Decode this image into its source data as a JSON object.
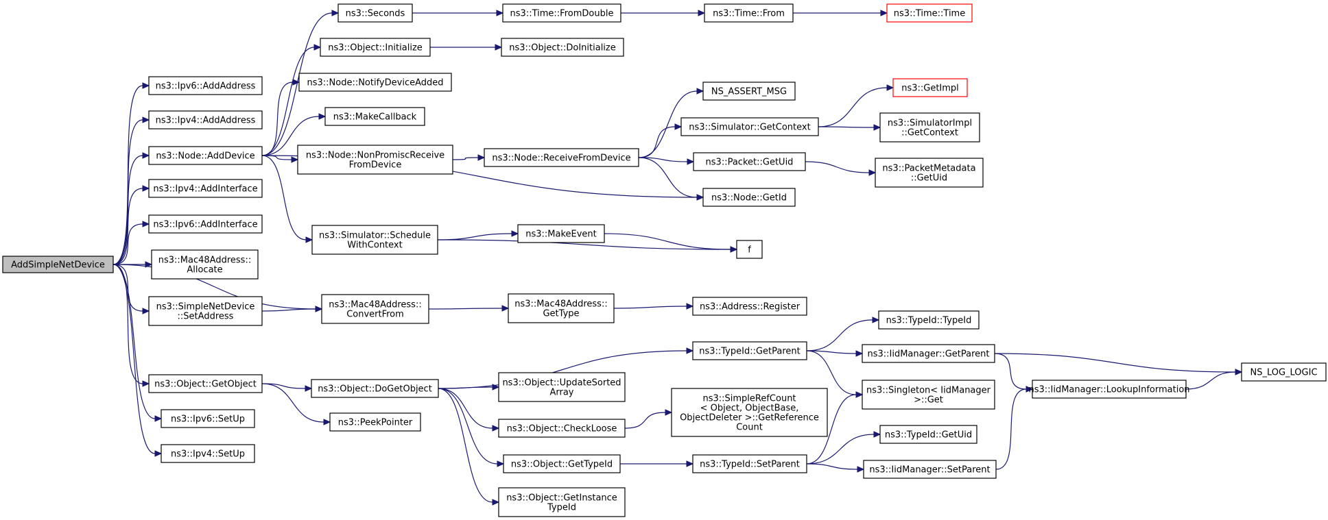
{
  "diagram": {
    "title": "",
    "nodes": [
      {
        "id": "root",
        "lines": [
          "AddSimpleNetDevice"
        ],
        "style": "root"
      },
      {
        "id": "ipv6add",
        "lines": [
          "ns3::Ipv6::AddAddress"
        ]
      },
      {
        "id": "ipv4add",
        "lines": [
          "ns3::Ipv4::AddAddress"
        ]
      },
      {
        "id": "nodeadd",
        "lines": [
          "ns3::Node::AddDevice"
        ]
      },
      {
        "id": "ipv4if",
        "lines": [
          "ns3::Ipv4::AddInterface"
        ]
      },
      {
        "id": "ipv6if",
        "lines": [
          "ns3::Ipv6::AddInterface"
        ]
      },
      {
        "id": "macalloc",
        "lines": [
          "ns3::Mac48Address::",
          "Allocate"
        ]
      },
      {
        "id": "sndset",
        "lines": [
          "ns3::SimpleNetDevice",
          "::SetAddress"
        ]
      },
      {
        "id": "getobj",
        "lines": [
          "ns3::Object::GetObject"
        ]
      },
      {
        "id": "ipv6up",
        "lines": [
          "ns3::Ipv6::SetUp"
        ]
      },
      {
        "id": "ipv4up",
        "lines": [
          "ns3::Ipv4::SetUp"
        ]
      },
      {
        "id": "seconds",
        "lines": [
          "ns3::Seconds"
        ]
      },
      {
        "id": "objinit",
        "lines": [
          "ns3::Object::Initialize"
        ]
      },
      {
        "id": "notify",
        "lines": [
          "ns3::Node::NotifyDeviceAdded"
        ]
      },
      {
        "id": "makecb",
        "lines": [
          "ns3::MakeCallback"
        ]
      },
      {
        "id": "nonprom",
        "lines": [
          "ns3::Node::NonPromiscReceive",
          "FromDevice"
        ]
      },
      {
        "id": "schedctx",
        "lines": [
          "ns3::Simulator::Schedule",
          "WithContext"
        ]
      },
      {
        "id": "convfrom",
        "lines": [
          "ns3::Mac48Address::",
          "ConvertFrom"
        ]
      },
      {
        "id": "dogetobj",
        "lines": [
          "ns3::Object::DoGetObject"
        ]
      },
      {
        "id": "peek",
        "lines": [
          "ns3::PeekPointer"
        ]
      },
      {
        "id": "fromdouble",
        "lines": [
          "ns3::Time::FromDouble"
        ]
      },
      {
        "id": "doinit",
        "lines": [
          "ns3::Object::DoInitialize"
        ]
      },
      {
        "id": "recvfrom",
        "lines": [
          "ns3::Node::ReceiveFromDevice"
        ]
      },
      {
        "id": "makeevent",
        "lines": [
          "ns3::MakeEvent"
        ]
      },
      {
        "id": "mactype",
        "lines": [
          "ns3::Mac48Address::",
          "GetType"
        ]
      },
      {
        "id": "updsorted",
        "lines": [
          "ns3::Object::UpdateSorted",
          "Array"
        ]
      },
      {
        "id": "checkloose",
        "lines": [
          "ns3::Object::CheckLoose"
        ]
      },
      {
        "id": "gettypeid",
        "lines": [
          "ns3::Object::GetTypeId"
        ]
      },
      {
        "id": "getinst",
        "lines": [
          "ns3::Object::GetInstance",
          "TypeId"
        ]
      },
      {
        "id": "timefrom",
        "lines": [
          "ns3::Time::From"
        ]
      },
      {
        "id": "nsassert",
        "lines": [
          "NS_ASSERT_MSG"
        ]
      },
      {
        "id": "simctx",
        "lines": [
          "ns3::Simulator::GetContext"
        ]
      },
      {
        "id": "pktuid",
        "lines": [
          "ns3::Packet::GetUid"
        ]
      },
      {
        "id": "nodegetid",
        "lines": [
          "ns3::Node::GetId"
        ]
      },
      {
        "id": "f",
        "lines": [
          "f"
        ]
      },
      {
        "id": "addrreg",
        "lines": [
          "ns3::Address::Register"
        ]
      },
      {
        "id": "tidgetparent",
        "lines": [
          "ns3::TypeId::GetParent"
        ]
      },
      {
        "id": "simplerefcount",
        "lines": [
          "ns3::SimpleRefCount",
          "< Object, ObjectBase,",
          "ObjectDeleter >::GetReference",
          "Count"
        ]
      },
      {
        "id": "tidsetparent",
        "lines": [
          "ns3::TypeId::SetParent"
        ]
      },
      {
        "id": "timetime",
        "lines": [
          "ns3::Time::Time"
        ],
        "style": "red"
      },
      {
        "id": "getimpl",
        "lines": [
          "ns3::GetImpl"
        ],
        "style": "red"
      },
      {
        "id": "simimplctx",
        "lines": [
          "ns3::SimulatorImpl",
          "::GetContext"
        ]
      },
      {
        "id": "pmuid",
        "lines": [
          "ns3::PacketMetadata",
          "::GetUid"
        ]
      },
      {
        "id": "tidtypeid",
        "lines": [
          "ns3::TypeId::TypeId"
        ]
      },
      {
        "id": "iidgetparent",
        "lines": [
          "ns3::IidManager::GetParent"
        ]
      },
      {
        "id": "singleton",
        "lines": [
          "ns3::Singleton< IidManager",
          ">::Get"
        ]
      },
      {
        "id": "tidgetuid",
        "lines": [
          "ns3::TypeId::GetUid"
        ]
      },
      {
        "id": "iidsetparent",
        "lines": [
          "ns3::IidManager::SetParent"
        ]
      },
      {
        "id": "lookup",
        "lines": [
          "ns3::IidManager::LookupInformation"
        ]
      },
      {
        "id": "nslog",
        "lines": [
          "NS_LOG_LOGIC"
        ]
      }
    ],
    "edges": [
      [
        "root",
        "ipv6add"
      ],
      [
        "root",
        "ipv4add"
      ],
      [
        "root",
        "nodeadd"
      ],
      [
        "root",
        "ipv4if"
      ],
      [
        "root",
        "ipv6if"
      ],
      [
        "root",
        "macalloc"
      ],
      [
        "root",
        "sndset"
      ],
      [
        "root",
        "convfrom"
      ],
      [
        "root",
        "getobj"
      ],
      [
        "root",
        "ipv6up"
      ],
      [
        "root",
        "ipv4up"
      ],
      [
        "nodeadd",
        "seconds"
      ],
      [
        "nodeadd",
        "objinit"
      ],
      [
        "nodeadd",
        "notify"
      ],
      [
        "nodeadd",
        "makecb"
      ],
      [
        "nodeadd",
        "nonprom"
      ],
      [
        "nodeadd",
        "nodegetid"
      ],
      [
        "nodeadd",
        "schedctx"
      ],
      [
        "seconds",
        "fromdouble"
      ],
      [
        "fromdouble",
        "timefrom"
      ],
      [
        "timefrom",
        "timetime"
      ],
      [
        "objinit",
        "doinit"
      ],
      [
        "nonprom",
        "recvfrom"
      ],
      [
        "recvfrom",
        "nsassert"
      ],
      [
        "recvfrom",
        "simctx"
      ],
      [
        "recvfrom",
        "pktuid"
      ],
      [
        "recvfrom",
        "nodegetid"
      ],
      [
        "simctx",
        "getimpl"
      ],
      [
        "simctx",
        "simimplctx"
      ],
      [
        "pktuid",
        "pmuid"
      ],
      [
        "schedctx",
        "makeevent"
      ],
      [
        "schedctx",
        "f"
      ],
      [
        "makeevent",
        "f"
      ],
      [
        "sndset",
        "convfrom"
      ],
      [
        "convfrom",
        "mactype"
      ],
      [
        "mactype",
        "addrreg"
      ],
      [
        "getobj",
        "dogetobj"
      ],
      [
        "getobj",
        "peek"
      ],
      [
        "dogetobj",
        "tidgetparent"
      ],
      [
        "dogetobj",
        "updsorted"
      ],
      [
        "dogetobj",
        "checkloose"
      ],
      [
        "dogetobj",
        "gettypeid"
      ],
      [
        "dogetobj",
        "getinst"
      ],
      [
        "checkloose",
        "simplerefcount"
      ],
      [
        "gettypeid",
        "tidsetparent"
      ],
      [
        "tidgetparent",
        "tidtypeid"
      ],
      [
        "tidgetparent",
        "iidgetparent"
      ],
      [
        "tidgetparent",
        "singleton"
      ],
      [
        "iidgetparent",
        "nslog"
      ],
      [
        "iidgetparent",
        "lookup"
      ],
      [
        "lookup",
        "nslog"
      ],
      [
        "tidsetparent",
        "singleton"
      ],
      [
        "tidsetparent",
        "tidgetuid"
      ],
      [
        "tidsetparent",
        "iidsetparent"
      ],
      [
        "iidsetparent",
        "lookup"
      ]
    ]
  }
}
